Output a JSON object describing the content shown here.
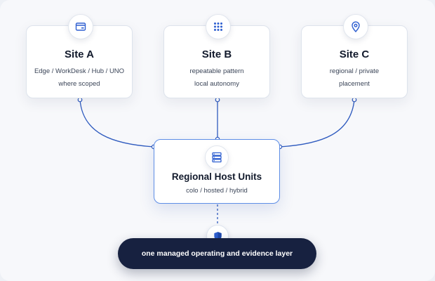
{
  "sites": [
    {
      "title": "Site A",
      "line1": "Edge / WorkDesk / Hub / UNO",
      "line2": "where scoped",
      "icon": "card-icon"
    },
    {
      "title": "Site B",
      "line1": "repeatable pattern",
      "line2": "local autonomy",
      "icon": "grid-dots-icon"
    },
    {
      "title": "Site C",
      "line1": "regional / private",
      "line2": "placement",
      "icon": "map-pin-icon"
    }
  ],
  "hub": {
    "title": "Regional Host Units",
    "subtitle": "colo / hosted / hybrid",
    "icon": "server-icon"
  },
  "layer": {
    "label": "one managed operating and evidence layer",
    "icon": "shield-icon"
  },
  "colors": {
    "accent": "#2e5fd0",
    "line": "#2f5bbf",
    "layer_bg": "#172140"
  }
}
